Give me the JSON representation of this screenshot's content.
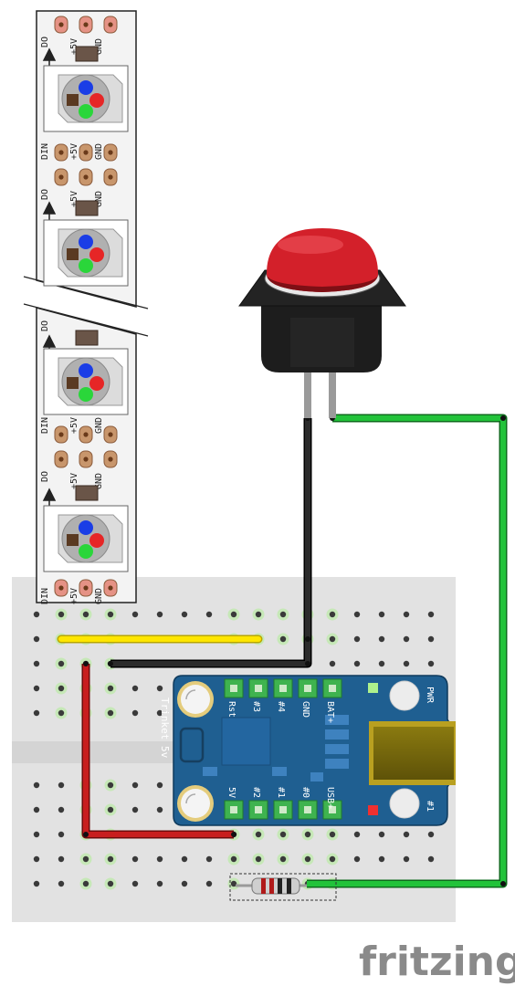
{
  "strip": {
    "labels": {
      "do": "DO",
      "din": "DIN",
      "v5": "+5V",
      "gnd": "GND"
    }
  },
  "trinket": {
    "name": "Trinket 5v",
    "top_pins": [
      "Rst",
      "#3",
      "#4",
      "GND",
      "BAT+"
    ],
    "bottom_pins": [
      "5V",
      "#2",
      "#1",
      "#0",
      "USB+"
    ],
    "pwr": "PWR",
    "led": "#1"
  },
  "brand": "fritzing",
  "colors": {
    "board": "#1f5f91",
    "breadboard": "#e2e2e2",
    "wire_yellow": "#ffe600",
    "wire_red": "#c81e1e",
    "wire_green": "#22c33a",
    "wire_black": "#1a1a1a",
    "button_cap": "#d3202a"
  }
}
